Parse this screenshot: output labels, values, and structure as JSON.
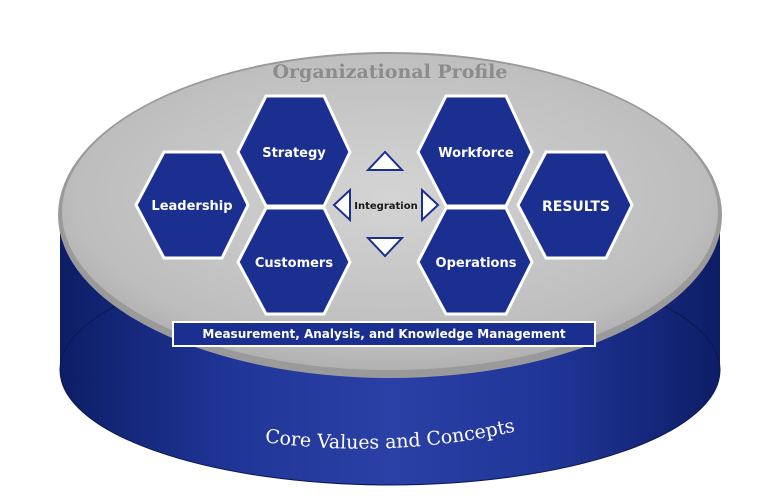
{
  "diagram": {
    "profile_title": "Organizational Profile",
    "core_title": "Core Values and Concepts",
    "measurement_bar": "Measurement, Analysis, and Knowledge Management",
    "integration_label": "Integration",
    "nodes": {
      "leadership": "Leadership",
      "strategy": "Strategy",
      "customers": "Customers",
      "workforce": "Workforce",
      "operations": "Operations",
      "results": "RESULTS"
    },
    "colors": {
      "navy": "#1b2f91",
      "navy_dark": "#0f1f6e",
      "platform_gray": "#c2c2c2",
      "rim_gray": "#8f8f8f",
      "hex_outline": "#ffffff"
    },
    "icons": [
      "triangle-up-icon",
      "triangle-down-icon",
      "triangle-left-icon",
      "triangle-right-icon"
    ]
  }
}
